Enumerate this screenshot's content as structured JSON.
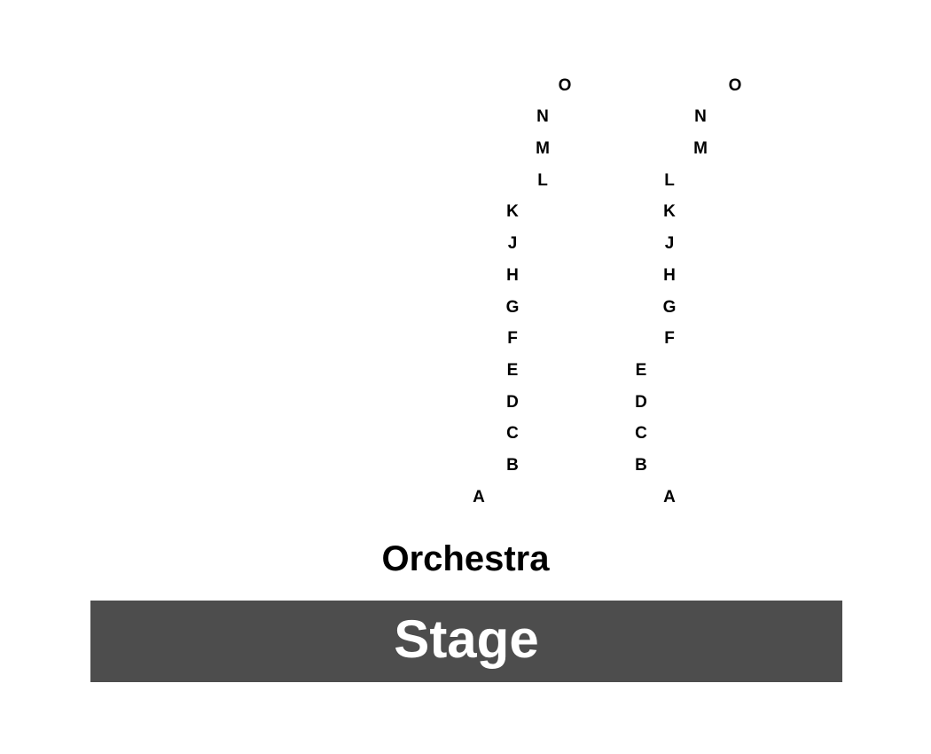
{
  "venue": {
    "section_label": "Orchestra",
    "stage_label": "Stage",
    "colors": {
      "stage_fill": "#4d4d4d",
      "stage_text": "#ffffff",
      "row_text": "#000000",
      "background": "#ffffff"
    }
  },
  "rows": {
    "left": [
      "O",
      "N",
      "M",
      "L",
      "K",
      "J",
      "H",
      "G",
      "F",
      "E",
      "D",
      "C",
      "B",
      "A"
    ],
    "right": [
      "O",
      "N",
      "M",
      "L",
      "K",
      "J",
      "H",
      "G",
      "F",
      "E",
      "D",
      "C",
      "B",
      "A"
    ]
  }
}
